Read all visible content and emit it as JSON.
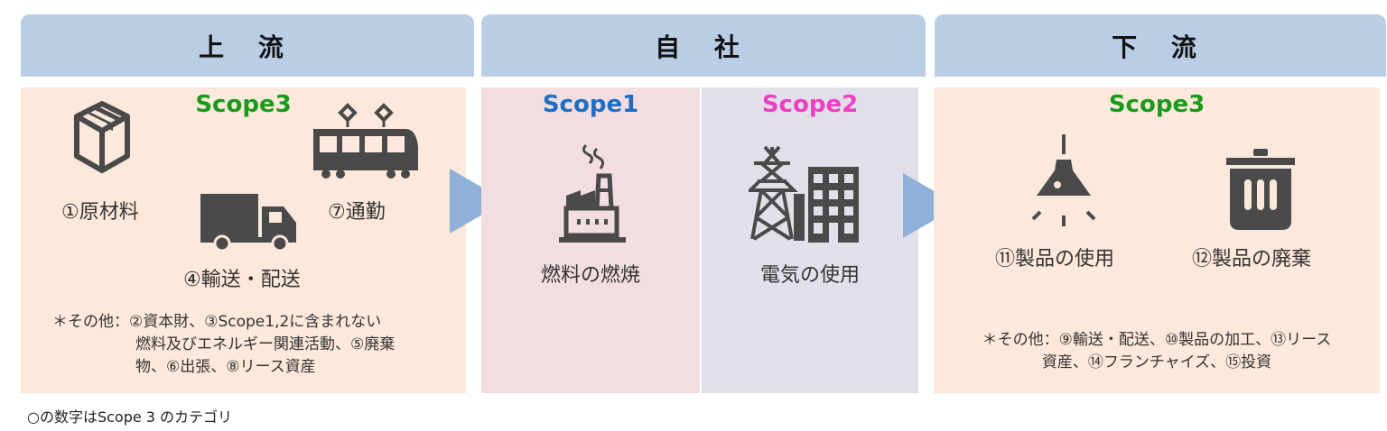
{
  "headers": {
    "upstream": "上 流",
    "company": "自 社",
    "downstream": "下 流"
  },
  "upstream": {
    "scope_label": "Scope3",
    "scope_color": "#1a9a1a",
    "items": [
      {
        "label": "①原材料",
        "icon": "box-icon"
      },
      {
        "label": "④輸送・配送",
        "icon": "truck-icon"
      },
      {
        "label": "⑦通勤",
        "icon": "train-icon"
      }
    ],
    "note_lines": [
      "＊その他：②資本財、③Scope1,2に含まれない",
      "燃料及びエネルギー関連活動、⑤廃棄",
      "物、⑥出張、⑧リース資産"
    ]
  },
  "company": {
    "scope1": {
      "label": "Scope1",
      "color": "#1e6fc4",
      "item": "燃料の燃焼",
      "icon": "factory-icon"
    },
    "scope2": {
      "label": "Scope2",
      "color": "#ee3fc4",
      "item": "電気の使用",
      "icon": "power-tower-building-icon"
    }
  },
  "downstream": {
    "scope_label": "Scope3",
    "scope_color": "#1a9a1a",
    "items": [
      {
        "label": "⑪製品の使用",
        "icon": "lamp-icon"
      },
      {
        "label": "⑫製品の廃棄",
        "icon": "trash-icon"
      }
    ],
    "note_lines": [
      "＊その他：⑨輸送・配送、⑩製品の加工、⑬リース",
      "資産、⑭フランチャイズ、⑮投資"
    ]
  },
  "colors": {
    "header_bg": "#b9cde4",
    "upstream_bg": "#fde8dc",
    "scope1_bg": "#f2dde0",
    "scope2_bg": "#e3dfea",
    "arrow": "#8eb0d9",
    "icon": "#4a4a4a"
  },
  "footnote": "○の数字はScope 3 のカテゴリ"
}
